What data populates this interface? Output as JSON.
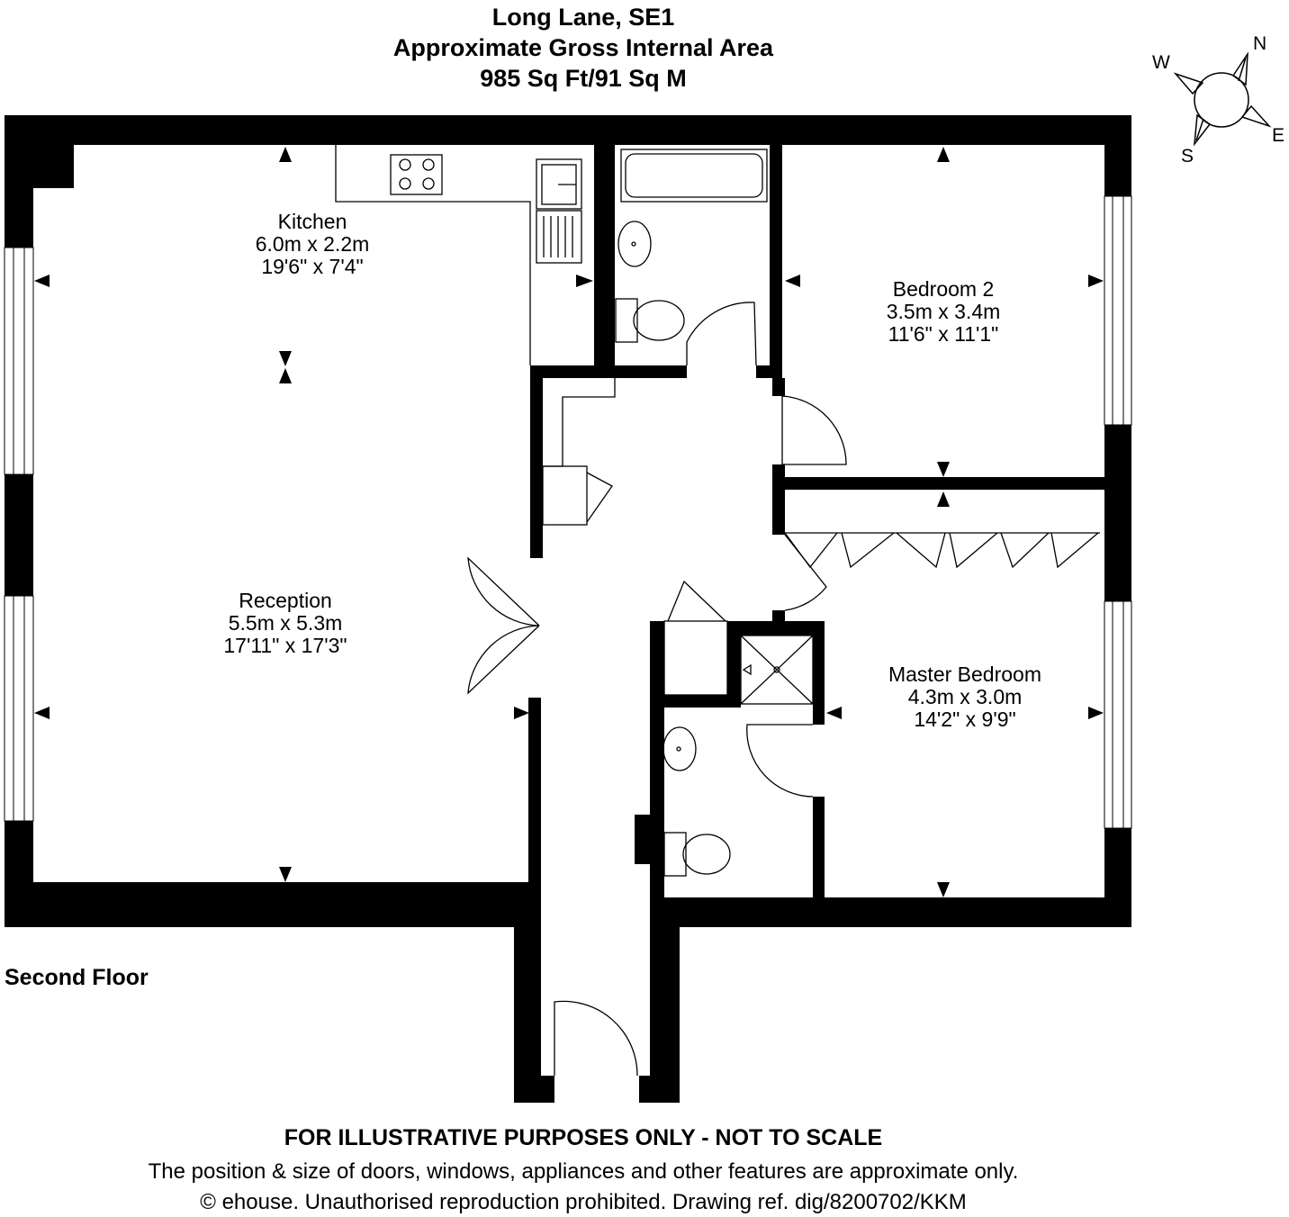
{
  "header": {
    "title": "Long Lane, SE1",
    "subtitle": "Approximate Gross Internal Area",
    "area": "985 Sq Ft/91 Sq M"
  },
  "compass": {
    "n": "N",
    "s": "S",
    "e": "E",
    "w": "W"
  },
  "rooms": {
    "kitchen": {
      "name": "Kitchen",
      "metric": "6.0m x 2.2m",
      "imperial": "19'6\" x 7'4\""
    },
    "bedroom2": {
      "name": "Bedroom 2",
      "metric": "3.5m x 3.4m",
      "imperial": "11'6\" x 11'1\""
    },
    "reception": {
      "name": "Reception",
      "metric": "5.5m x 5.3m",
      "imperial": "17'11\" x 17'3\""
    },
    "master": {
      "name": "Master Bedroom",
      "metric": "4.3m x 3.0m",
      "imperial": "14'2\" x 9'9\""
    }
  },
  "floor_label": "Second Floor",
  "footer": {
    "disclaimer": "FOR ILLUSTRATIVE PURPOSES ONLY - NOT TO SCALE",
    "note": "The position & size of doors, windows, appliances and other features are approximate only.",
    "copyright": "© ehouse. Unauthorised reproduction prohibited. Drawing ref. dig/8200702/KKM"
  }
}
